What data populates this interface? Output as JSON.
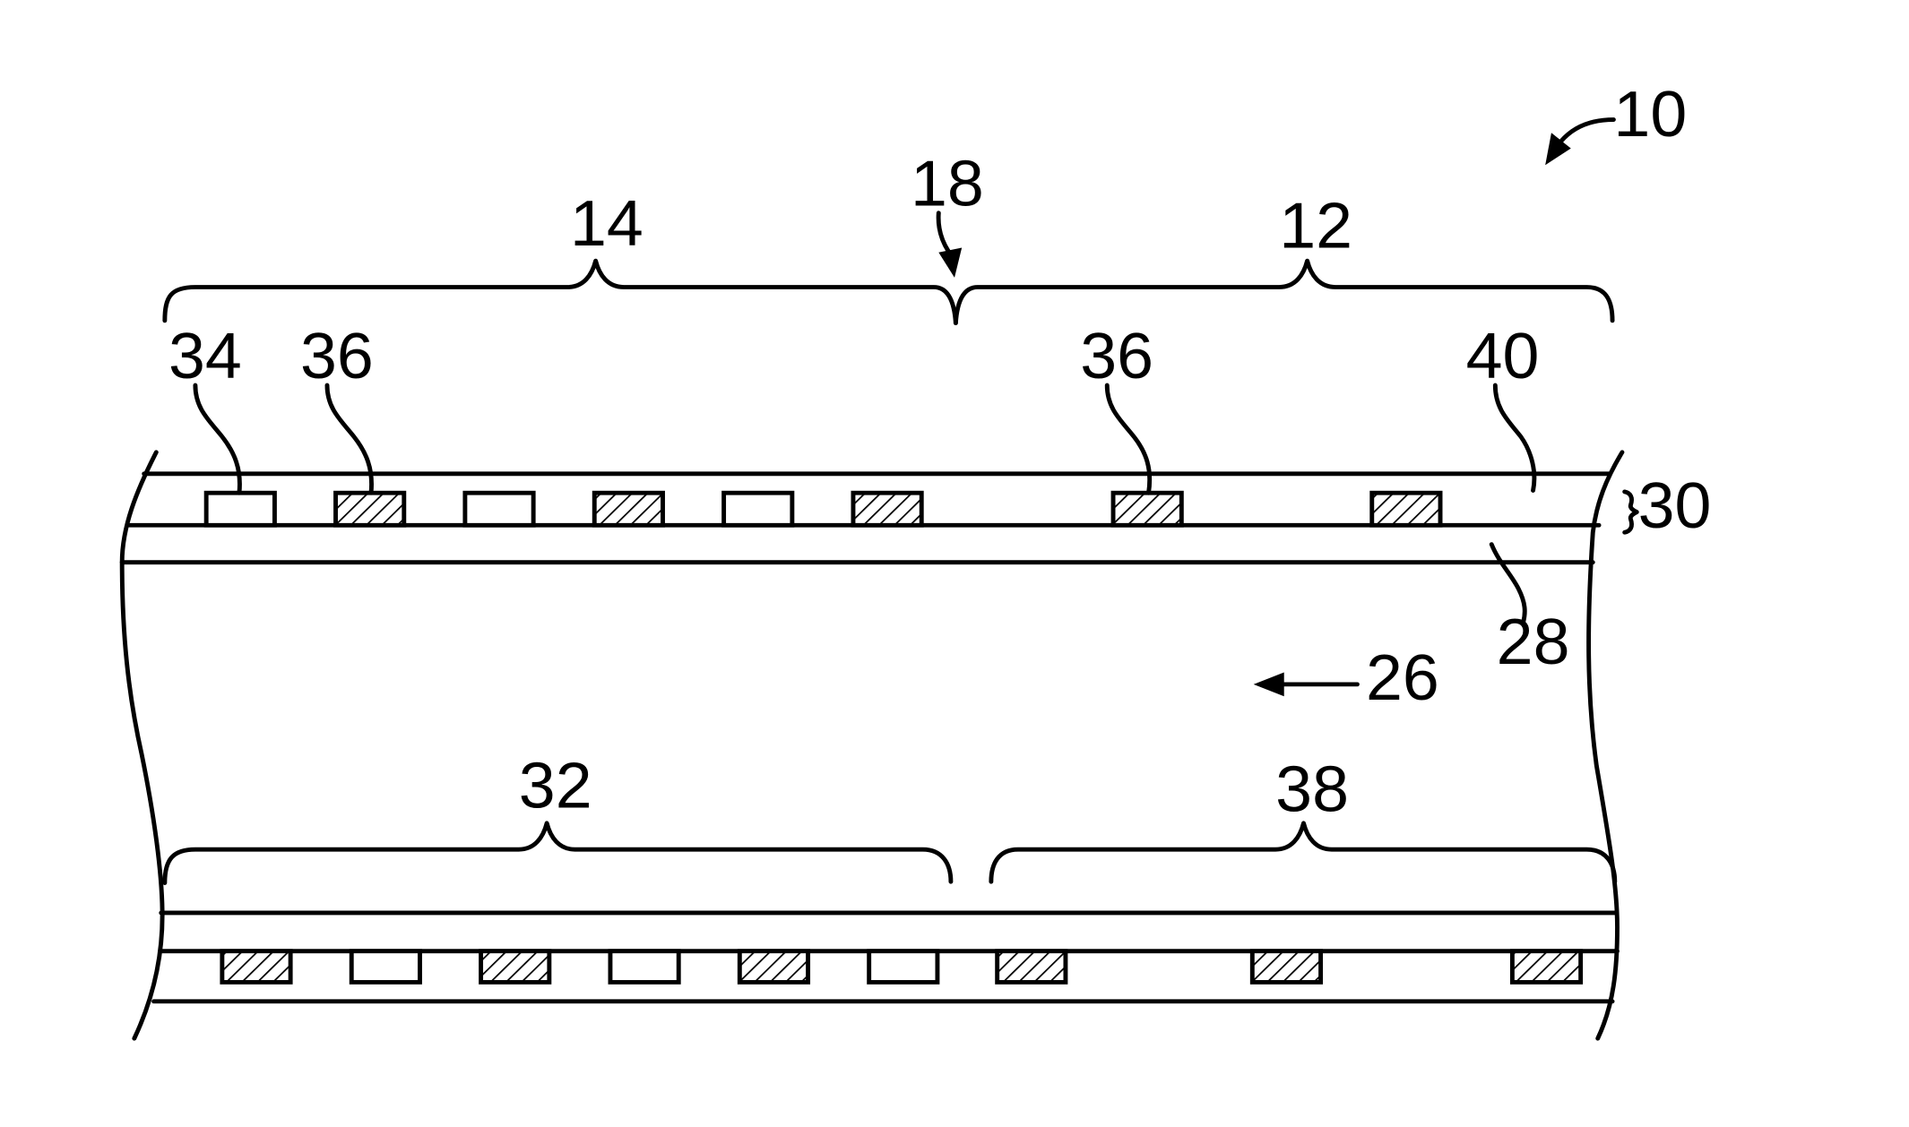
{
  "figure": {
    "labels": {
      "device": "10",
      "first_section": "12",
      "second_section": "14",
      "junction": "18",
      "lumen": "26",
      "inner_layer": "28",
      "outer_layer": "30",
      "lower_second_section": "32",
      "plain_element": "34",
      "hatched_element_left": "36",
      "hatched_element_right": "36",
      "outer_surface": "40",
      "lower_first_section": "38"
    },
    "colors": {
      "stroke": "#000000",
      "background": "#ffffff"
    },
    "top_wall_elements": [
      "plain",
      "hatched",
      "plain",
      "hatched",
      "plain",
      "hatched",
      "hatched",
      "hatched"
    ],
    "bottom_wall_elements": [
      "hatched",
      "plain",
      "hatched",
      "plain",
      "hatched",
      "plain",
      "hatched",
      "hatched",
      "hatched"
    ]
  }
}
